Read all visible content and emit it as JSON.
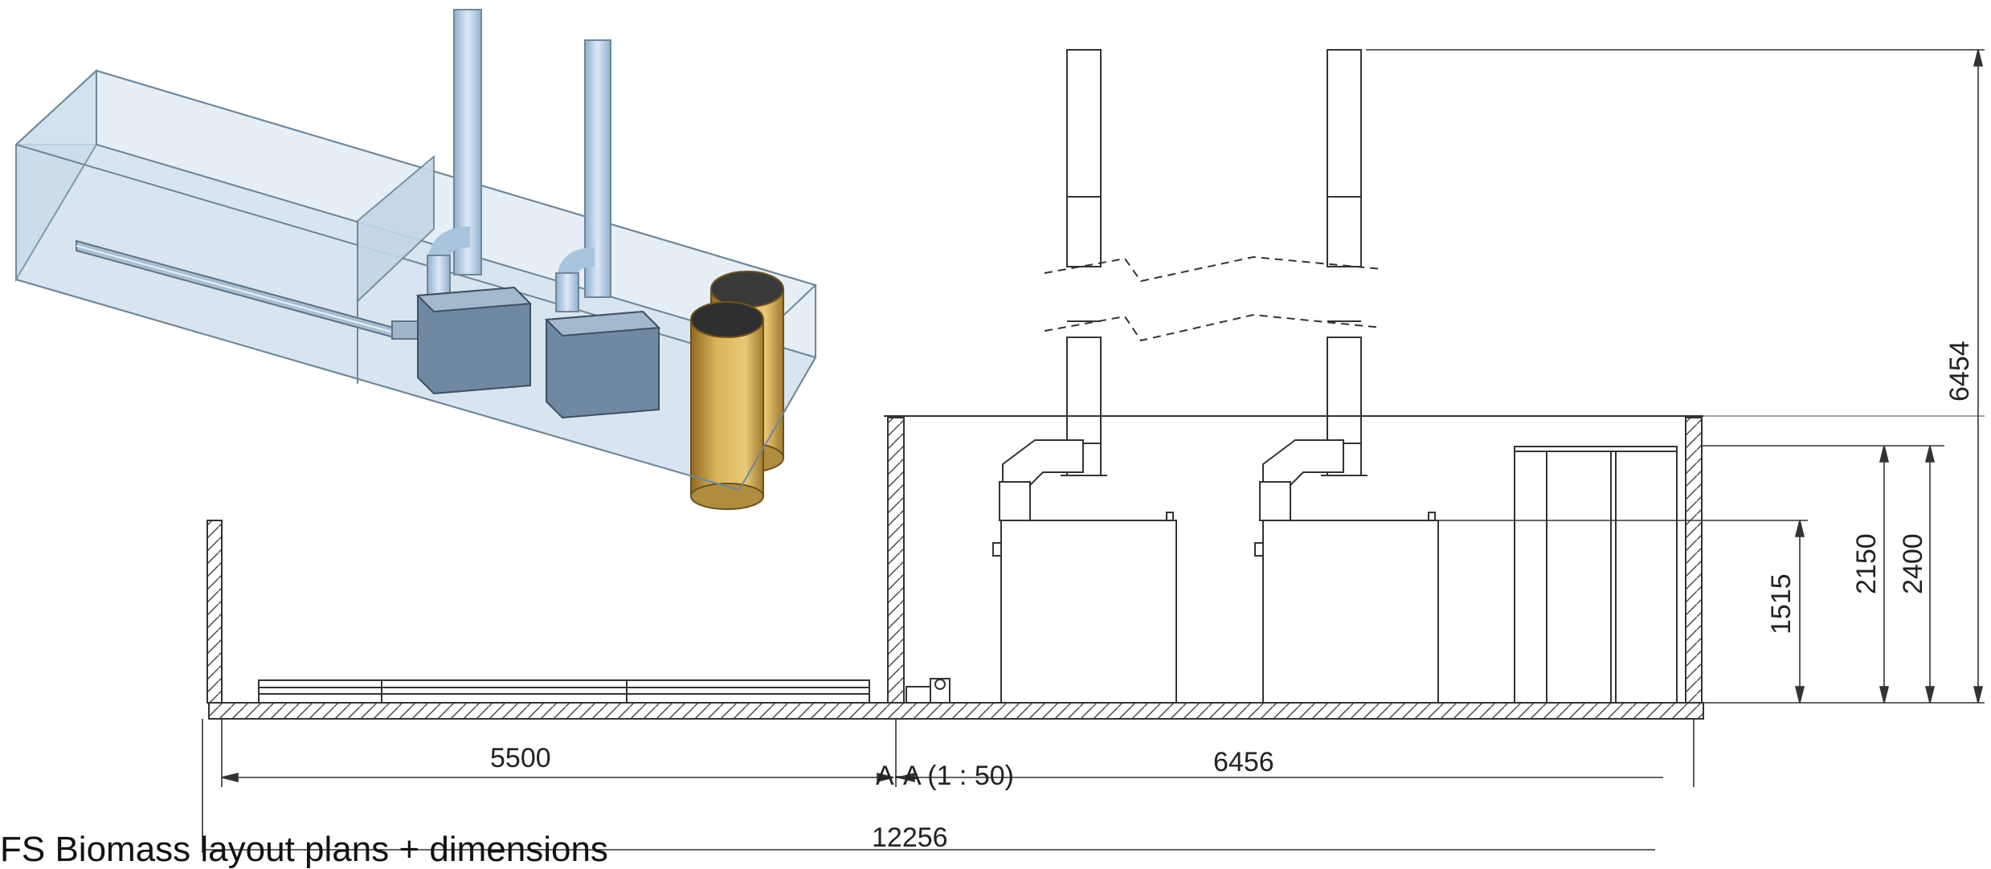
{
  "caption": "FS Biomass layout plans + dimensions",
  "section_label": "A-A (1 : 50)",
  "dimensions": {
    "store_length": "5500",
    "boiler_room_length": "6456",
    "total_length": "12256",
    "total_height": "6454",
    "room_height": "2400",
    "tank_height": "2150",
    "boiler_height": "1515"
  },
  "colors": {
    "line": "#333333",
    "glass_edge": "#6f8798",
    "glass_fill": "#d9e6f2",
    "pipe": "#b9d3ea",
    "boiler": "#7d94ab",
    "tank": "#d9b45a"
  }
}
